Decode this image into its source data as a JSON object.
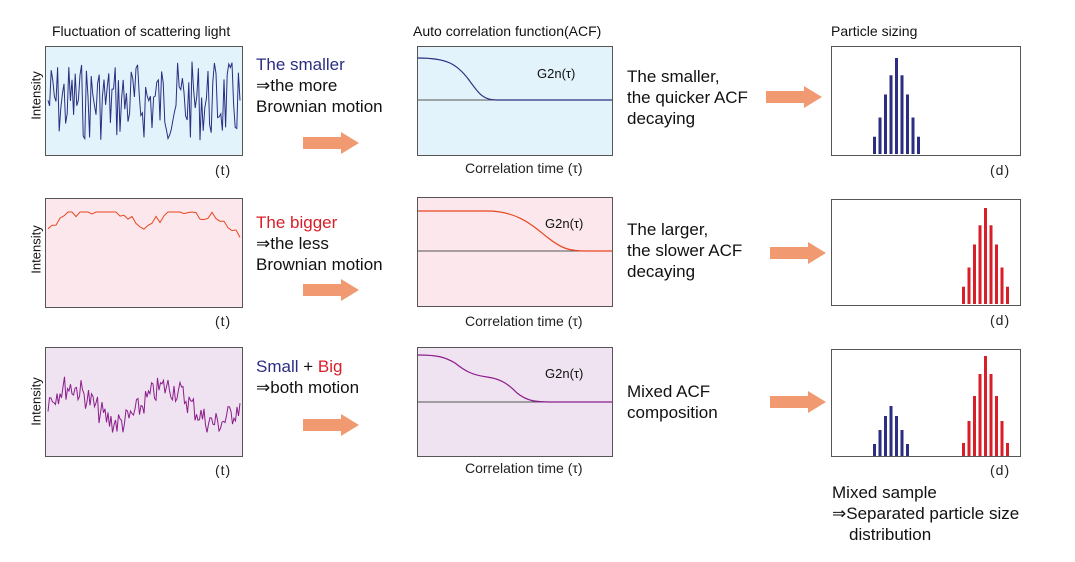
{
  "headers": {
    "signal": "Fluctuation of scattering light",
    "acf": "Auto correlation function(ACF)",
    "sizing": "Particle sizing"
  },
  "colors": {
    "navy": "#2b2e82",
    "red": "#d81e29",
    "purple": "#8b1e8b",
    "arrow": "#f19a72",
    "panel_blue": "#e3f3fb",
    "panel_pink": "#fce8ec",
    "panel_purple": "#efe2f1"
  },
  "rows": [
    {
      "ylabel": "Intensity",
      "t_label": "(t)",
      "desc_highlight": "The smaller",
      "desc_line2": "⇒the more",
      "desc_line3": "Brownian motion",
      "acf_label": "G2n(τ)",
      "tau_label": "Correlation time (τ)",
      "acf_line1": "The smaller,",
      "acf_line2": "the quicker ACF",
      "acf_line3": "decaying",
      "d_label": "(d)"
    },
    {
      "ylabel": "Intensity",
      "t_label": "(t)",
      "desc_highlight": "The bigger",
      "desc_line2": "⇒the less",
      "desc_line3": "Brownian motion",
      "acf_label": "G2n(τ)",
      "tau_label": "Correlation time (τ)",
      "acf_line1": "The larger,",
      "acf_line2": "the slower ACF",
      "acf_line3": "decaying",
      "d_label": "(d)"
    },
    {
      "ylabel": "Intensity",
      "t_label": "(t)",
      "desc_small": "Small",
      "desc_plus": " + ",
      "desc_big": "Big",
      "desc_line2": "⇒both motion",
      "acf_label": "G2n(τ)",
      "tau_label": "Correlation time (τ)",
      "acf_line1": "Mixed ACF",
      "acf_line2": "composition",
      "d_label": "(d)"
    }
  ],
  "footer": {
    "line1": "Mixed sample",
    "line2": "⇒Separated particle size",
    "line3": "distribution"
  },
  "chart_data": [
    {
      "type": "bar",
      "title": "Particle sizing",
      "xlabel": "(d)",
      "series": [
        {
          "values": [
            0.18,
            0.38,
            0.62,
            0.82,
            1.0,
            0.82,
            0.62,
            0.38,
            0.18
          ]
        }
      ]
    },
    {
      "type": "bar",
      "xlabel": "(d)",
      "series": [
        {
          "values": [
            0.18,
            0.38,
            0.62,
            0.82,
            1.0,
            0.82,
            0.62,
            0.38,
            0.18
          ]
        }
      ]
    },
    {
      "type": "bar",
      "xlabel": "(d)",
      "series": [
        {
          "values": [
            0.12,
            0.26,
            0.4,
            0.5,
            0.4,
            0.26,
            0.12
          ]
        },
        {
          "values": [
            0.13,
            0.35,
            0.6,
            0.82,
            1.0,
            0.82,
            0.6,
            0.35,
            0.13
          ]
        }
      ]
    }
  ]
}
